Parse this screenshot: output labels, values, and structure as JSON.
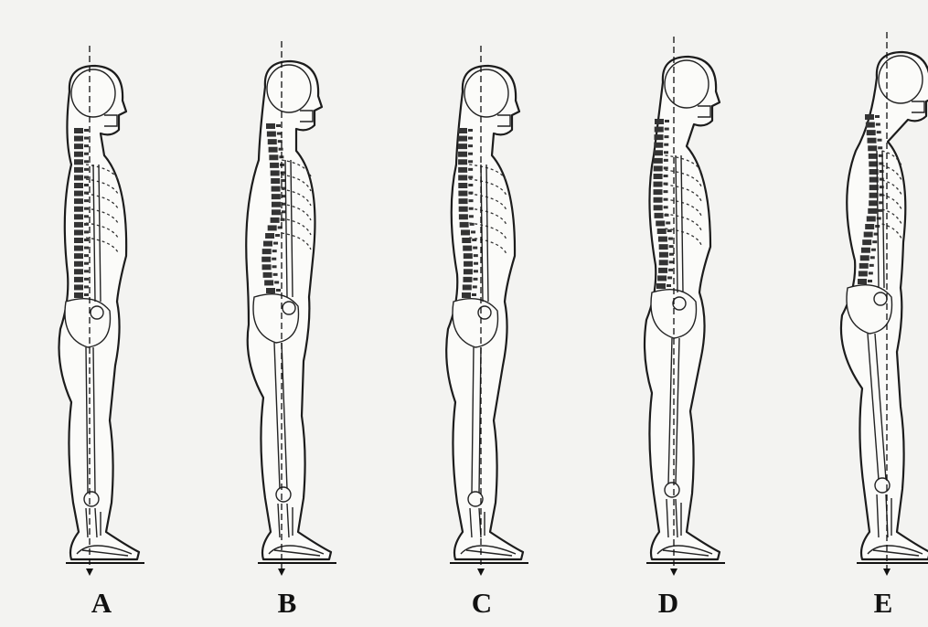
{
  "figures": [
    {
      "label": "A"
    },
    {
      "label": "B"
    },
    {
      "label": "C"
    },
    {
      "label": "D"
    },
    {
      "label": "E"
    }
  ]
}
